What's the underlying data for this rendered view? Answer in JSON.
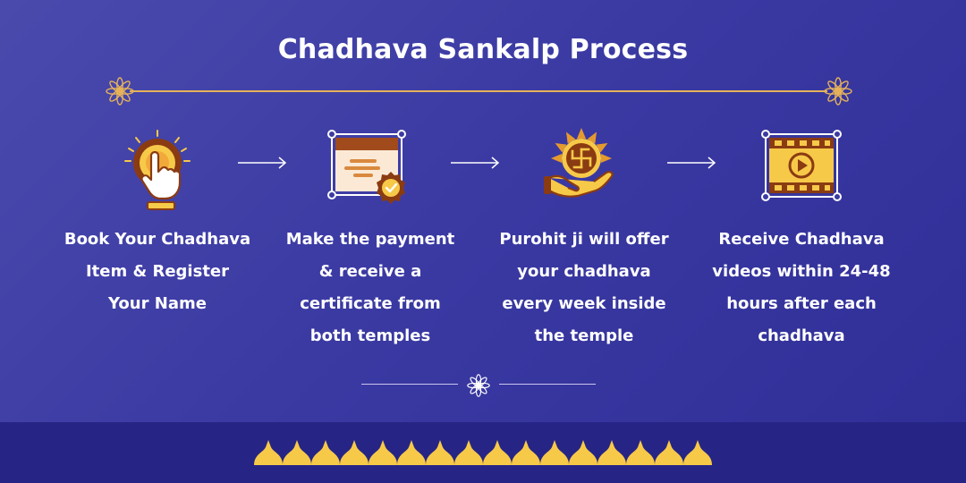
{
  "title": "Chadhava Sankalp Process",
  "colors": {
    "background": "#3b3aa3",
    "accent_gold": "#f7c948",
    "ornament_gold": "#e5b25a",
    "icon_brown": "#8a3b12",
    "bottom_band": "#262585",
    "text": "#ffffff"
  },
  "steps": [
    {
      "icon": "tap-coin-icon",
      "text": "Book Your Chadhava Item & Register Your Name"
    },
    {
      "icon": "certificate-icon",
      "text": "Make the payment & receive a certificate from both temples"
    },
    {
      "icon": "offering-hands-icon",
      "text": "Purohit ji will offer your chadhava every week inside the temple"
    },
    {
      "icon": "video-icon",
      "text": "Receive Chadhava videos within 24-48 hours after each chadhava"
    }
  ]
}
